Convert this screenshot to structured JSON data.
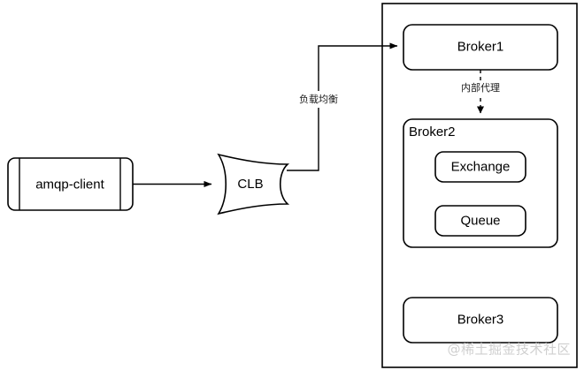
{
  "diagram": {
    "nodes": {
      "client": {
        "label": "amqp-client",
        "shape": "process"
      },
      "clb": {
        "label": "CLB",
        "shape": "or-gate"
      },
      "broker1": {
        "label": "Broker1",
        "shape": "rounded-rect"
      },
      "broker2": {
        "label": "Broker2",
        "shape": "rounded-rect-container"
      },
      "exchange": {
        "label": "Exchange",
        "shape": "rounded-rect"
      },
      "queue": {
        "label": "Queue",
        "shape": "rounded-rect"
      },
      "broker3": {
        "label": "Broker3",
        "shape": "rounded-rect"
      },
      "cluster": {
        "label": "",
        "shape": "rect-panel"
      }
    },
    "edges": {
      "client_to_clb": {
        "label": "",
        "style": "solid-arrow"
      },
      "clb_to_broker1": {
        "label": "负载均衡",
        "style": "solid-arrow"
      },
      "broker1_to_broker2": {
        "label": "内部代理",
        "style": "dashed-arrow"
      }
    },
    "watermark": "@稀土掘金技术社区",
    "colors": {
      "stroke": "#000000",
      "background": "#ffffff",
      "text": "#000000",
      "watermark": "#cfcfcf"
    }
  }
}
